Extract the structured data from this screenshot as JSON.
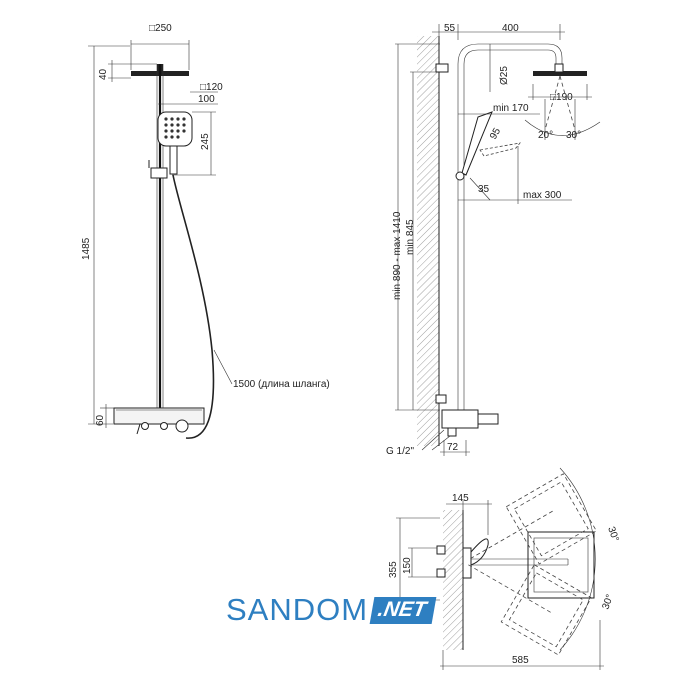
{
  "front_view": {
    "dim_head_width": "□250",
    "dim_head_height": "40",
    "dim_hand_shower_box": "□120",
    "dim_hand_shower_width": "100",
    "dim_hand_shower_height": "245",
    "dim_total_height": "1485",
    "dim_mixer_height": "60",
    "hose_label": "1500 (длина шланга)"
  },
  "side_view": {
    "dim_wall_offset": "55",
    "dim_arm_length": "400",
    "dim_pipe_diameter": "Ø25",
    "dim_head_box": "□190",
    "dim_min_170": "min 170",
    "dim_95": "95",
    "dim_35": "35",
    "dim_max_300": "max 300",
    "dim_height_range": "min 890 - max 1410",
    "dim_min_845": "min 845",
    "angle_20": "20°",
    "angle_30": "30°",
    "connection_label": "G 1/2\"",
    "dim_72": "72"
  },
  "top_view": {
    "dim_145": "145",
    "dim_355": "355",
    "dim_150": "150",
    "dim_585": "585",
    "angle_top": "30°",
    "angle_bottom": "30°"
  },
  "logo": {
    "main": "SANDOM",
    "suffix": ".NET",
    "color": "#2e7fc1"
  }
}
